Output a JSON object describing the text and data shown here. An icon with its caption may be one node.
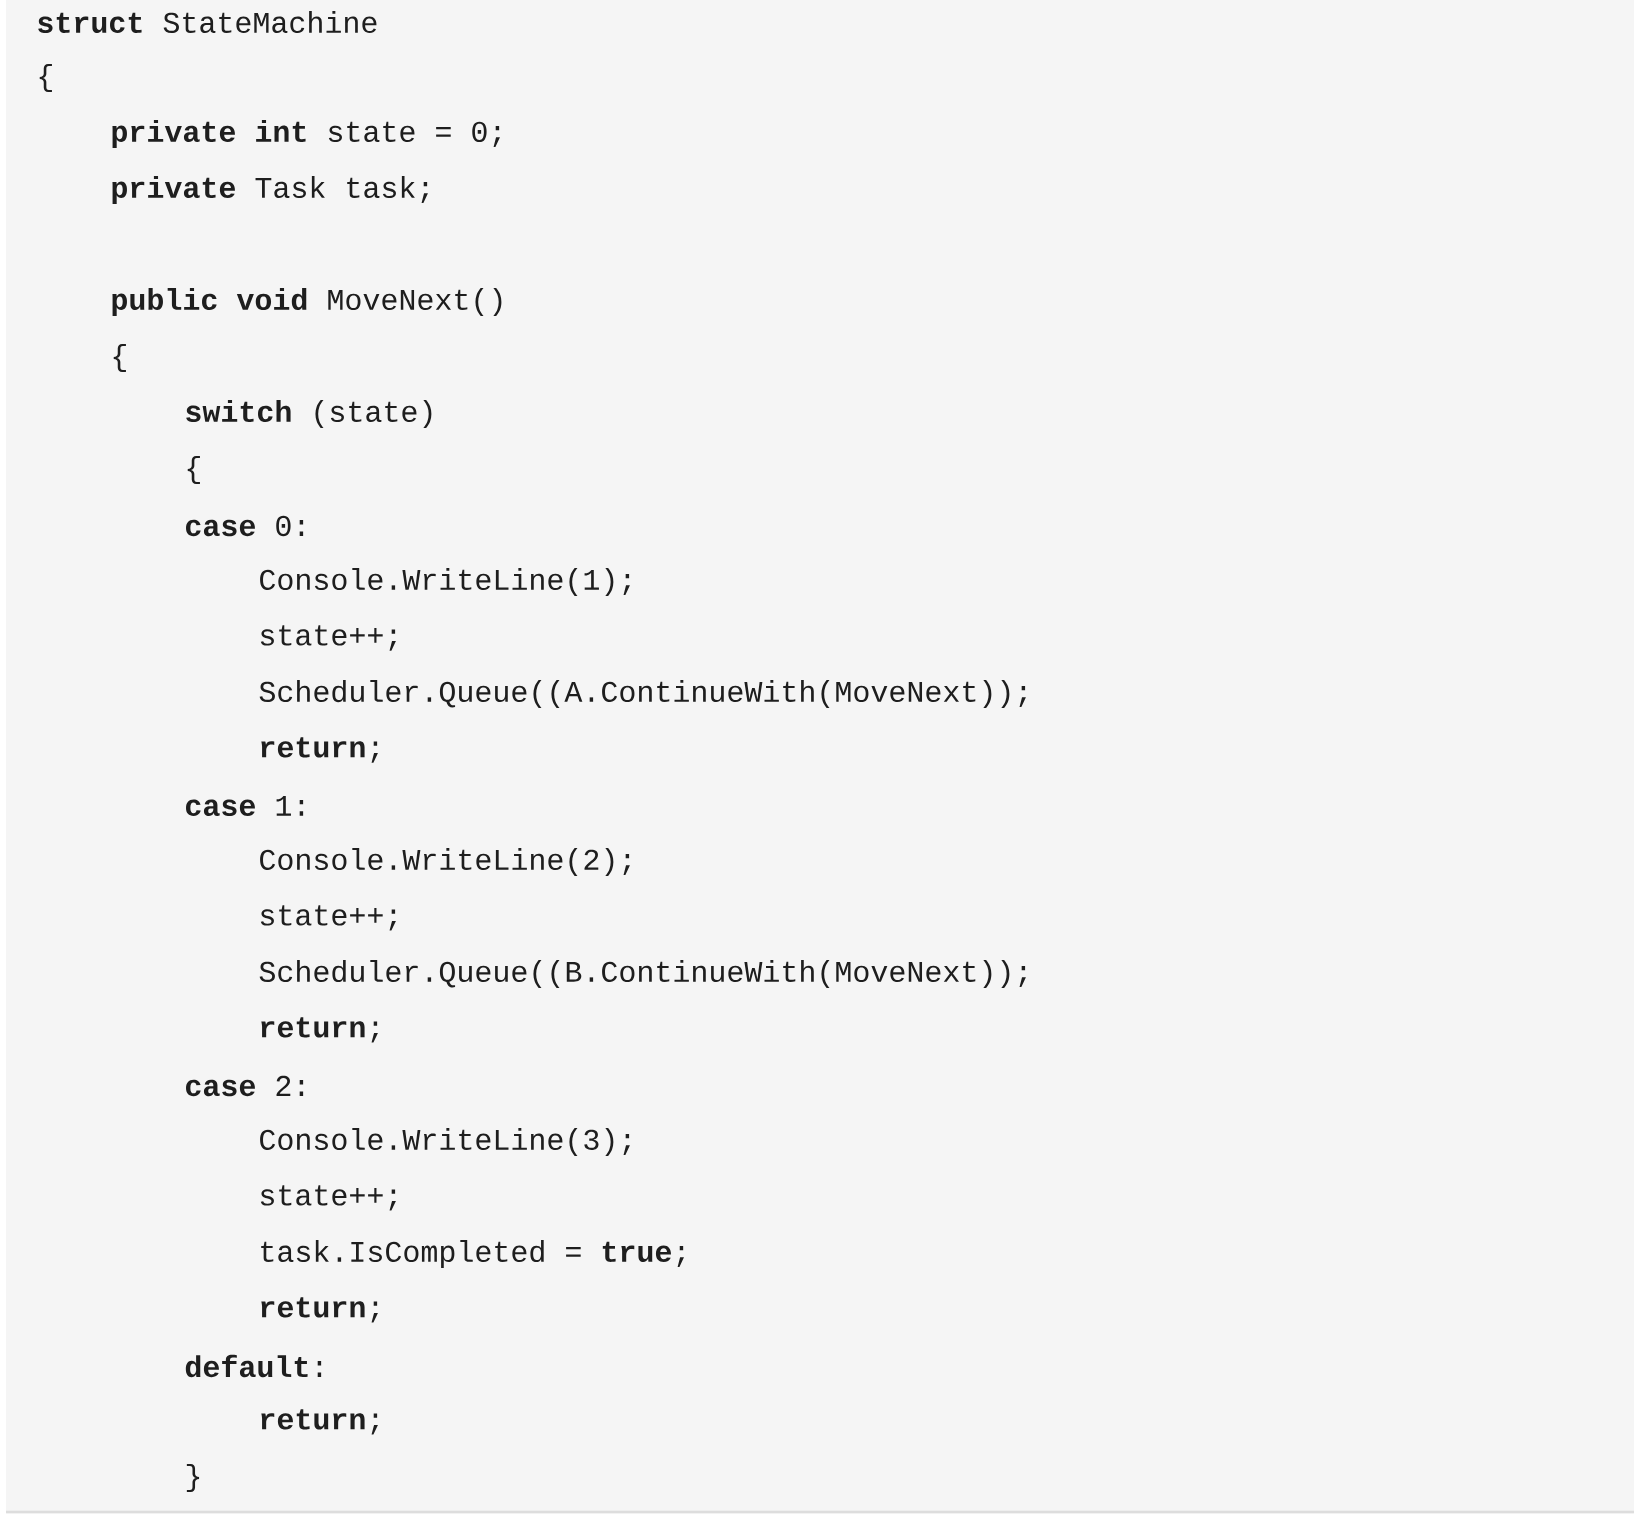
{
  "diagram": {
    "labels": [
      "**struct** StateMachine",
      "{",
      "**private** **int** state = 0;",
      "**private** Task task;",
      "**public** **void** MoveNext()",
      "{",
      "**switch** (state)",
      "{",
      "**case** 0:",
      "Console.WriteLine(1);",
      "state++;",
      "Scheduler.Queue((A.ContinueWith(MoveNext));",
      "**return**;",
      "**case** 1:",
      "Console.WriteLine(2);",
      "state++;",
      "Scheduler.Queue((B.ContinueWith(MoveNext));",
      "**return**;",
      "**case** 2:",
      "Console.WriteLine(3);",
      "state++;",
      "task.IsCompleted = **true**;",
      "**return**;",
      "**default**:",
      "**return**;",
      "}"
    ]
  }
}
